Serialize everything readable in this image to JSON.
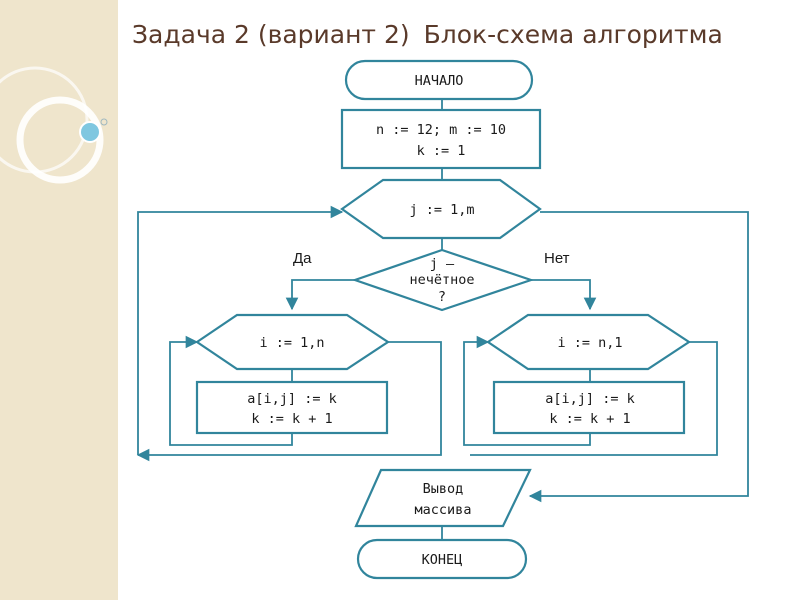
{
  "title": {
    "part1": "Задача 2 (вариант 2)",
    "part2": "Блок-схема алгоритма"
  },
  "colors": {
    "stroke": "#31859c",
    "title": "#5a3a2a",
    "band": "#efe5cc"
  },
  "nodes": {
    "start": "НАЧАЛО",
    "init_line1": "n := 12; m := 10",
    "init_line2": "k := 1",
    "loop_j": "j := 1,m",
    "condition_line1": "j –",
    "condition_line2": "нечётное",
    "condition_line3": "?",
    "yes_label": "Да",
    "no_label": "Нет",
    "loop_i_yes": "i := 1,n",
    "assign_yes_line1": "a[i,j] := k",
    "assign_yes_line2": "k := k + 1",
    "loop_i_no": "i := n,1",
    "assign_no_line1": "a[i,j] := k",
    "assign_no_line2": "k := k + 1",
    "output_line1": "Вывод",
    "output_line2": "массива",
    "end": "КОНЕЦ"
  }
}
